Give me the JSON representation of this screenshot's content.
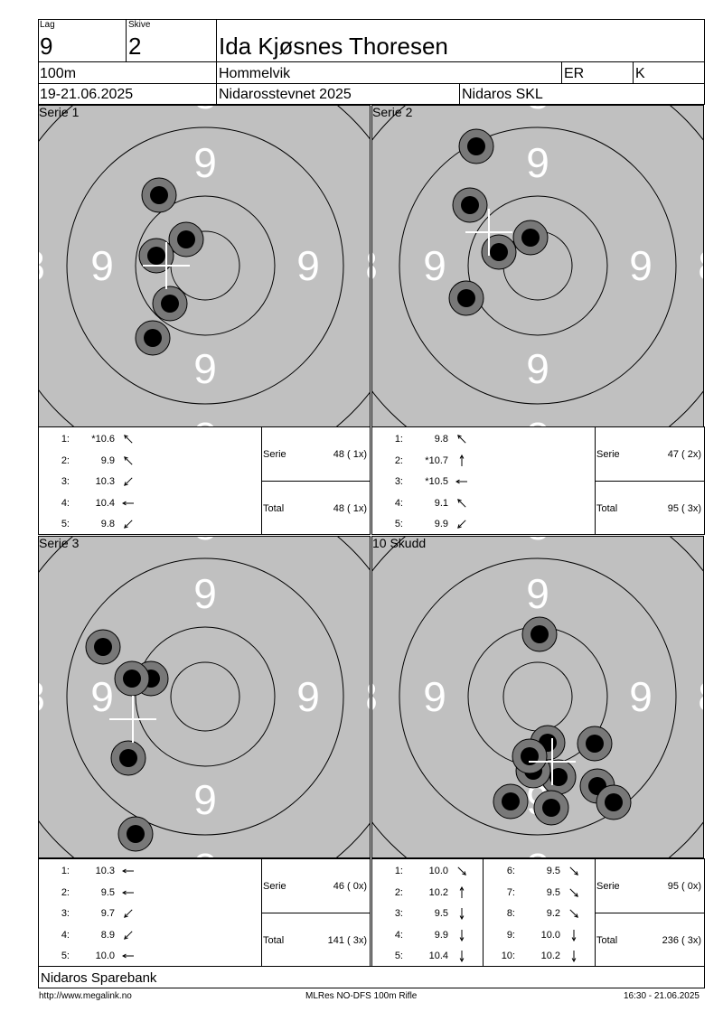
{
  "header": {
    "lag_label": "Lag",
    "lag_value": "9",
    "skive_label": "Skive",
    "skive_value": "2",
    "name": "Ida Kjøsnes Thoresen",
    "distance": "100m",
    "club": "Hommelvik",
    "class1": "ER",
    "class2": "K",
    "date": "19-21.06.2025",
    "event": "Nidarosstevnet 2025",
    "organizer": "Nidaros SKL"
  },
  "ring_number": "9",
  "ring_number_outer": "8",
  "panels": [
    {
      "title": "Serie 1",
      "shots": [
        [
          176,
          216
        ],
        [
          206,
          265
        ],
        [
          173,
          283
        ],
        [
          188,
          336
        ],
        [
          169,
          374
        ]
      ],
      "cross": [
        184,
        294
      ],
      "results": [
        {
          "n": "1:",
          "v": "*10.6",
          "dir": "ul"
        },
        {
          "n": "2:",
          "v": "9.9",
          "dir": "ul"
        },
        {
          "n": "3:",
          "v": "10.3",
          "dir": "dl"
        },
        {
          "n": "4:",
          "v": "10.4",
          "dir": "l"
        },
        {
          "n": "5:",
          "v": "9.8",
          "dir": "dl"
        }
      ],
      "serie_label": "Serie",
      "serie_value": "48 ( 1x)",
      "total_label": "Total",
      "total_value": "48 ( 1x)"
    },
    {
      "title": "Serie 2",
      "shots": [
        [
          527,
          162
        ],
        [
          520,
          227
        ],
        [
          587,
          263
        ],
        [
          552,
          279
        ],
        [
          516,
          330
        ]
      ],
      "cross": [
        541,
        257
      ],
      "results": [
        {
          "n": "1:",
          "v": "9.8",
          "dir": "ul"
        },
        {
          "n": "2:",
          "v": "*10.7",
          "dir": "u"
        },
        {
          "n": "3:",
          "v": "*10.5",
          "dir": "l"
        },
        {
          "n": "4:",
          "v": "9.1",
          "dir": "ul"
        },
        {
          "n": "5:",
          "v": "9.9",
          "dir": "dl"
        }
      ],
      "serie_label": "Serie",
      "serie_value": "47 ( 2x)",
      "total_label": "Total",
      "total_value": "95 ( 3x)"
    },
    {
      "title": "Serie 3",
      "shots": [
        [
          114,
          716
        ],
        [
          167,
          751
        ],
        [
          146,
          751
        ],
        [
          142,
          839
        ],
        [
          150,
          923
        ]
      ],
      "cross": [
        147,
        796
      ],
      "results": [
        {
          "n": "1:",
          "v": "10.3",
          "dir": "l"
        },
        {
          "n": "2:",
          "v": "9.5",
          "dir": "l"
        },
        {
          "n": "3:",
          "v": "9.7",
          "dir": "dl"
        },
        {
          "n": "4:",
          "v": "8.9",
          "dir": "dl"
        },
        {
          "n": "5:",
          "v": "10.0",
          "dir": "l"
        }
      ],
      "serie_label": "Serie",
      "serie_value": "46 ( 0x)",
      "total_label": "Total",
      "total_value": "141 ( 3x)"
    },
    {
      "title": "10 Skudd",
      "shots": [
        [
          597,
          702
        ],
        [
          606,
          822
        ],
        [
          658,
          823
        ],
        [
          618,
          860
        ],
        [
          590,
          853
        ],
        [
          586,
          837
        ],
        [
          661,
          870
        ],
        [
          679,
          888
        ],
        [
          565,
          887
        ],
        [
          610,
          894
        ]
      ],
      "cross": [
        611,
        843
      ],
      "results": [
        {
          "n": "1:",
          "v": "10.0",
          "dir": "dr"
        },
        {
          "n": "2:",
          "v": "10.2",
          "dir": "u"
        },
        {
          "n": "3:",
          "v": "9.5",
          "dir": "d"
        },
        {
          "n": "4:",
          "v": "9.9",
          "dir": "d"
        },
        {
          "n": "5:",
          "v": "10.4",
          "dir": "d"
        }
      ],
      "results2": [
        {
          "n": "6:",
          "v": "9.5",
          "dir": "dr"
        },
        {
          "n": "7:",
          "v": "9.5",
          "dir": "dr"
        },
        {
          "n": "8:",
          "v": "9.2",
          "dir": "dr"
        },
        {
          "n": "9:",
          "v": "10.0",
          "dir": "d"
        },
        {
          "n": "10:",
          "v": "10.2",
          "dir": "d"
        }
      ],
      "serie_label": "Serie",
      "serie_value": "95 ( 0x)",
      "total_label": "Total",
      "total_value": "236 ( 3x)"
    }
  ],
  "sponsor": "Nidaros Sparebank",
  "footer": {
    "left": "http://www.megalink.no",
    "center": "MLRes NO-DFS 100m Rifle",
    "right": "16:30 - 21.06.2025"
  }
}
